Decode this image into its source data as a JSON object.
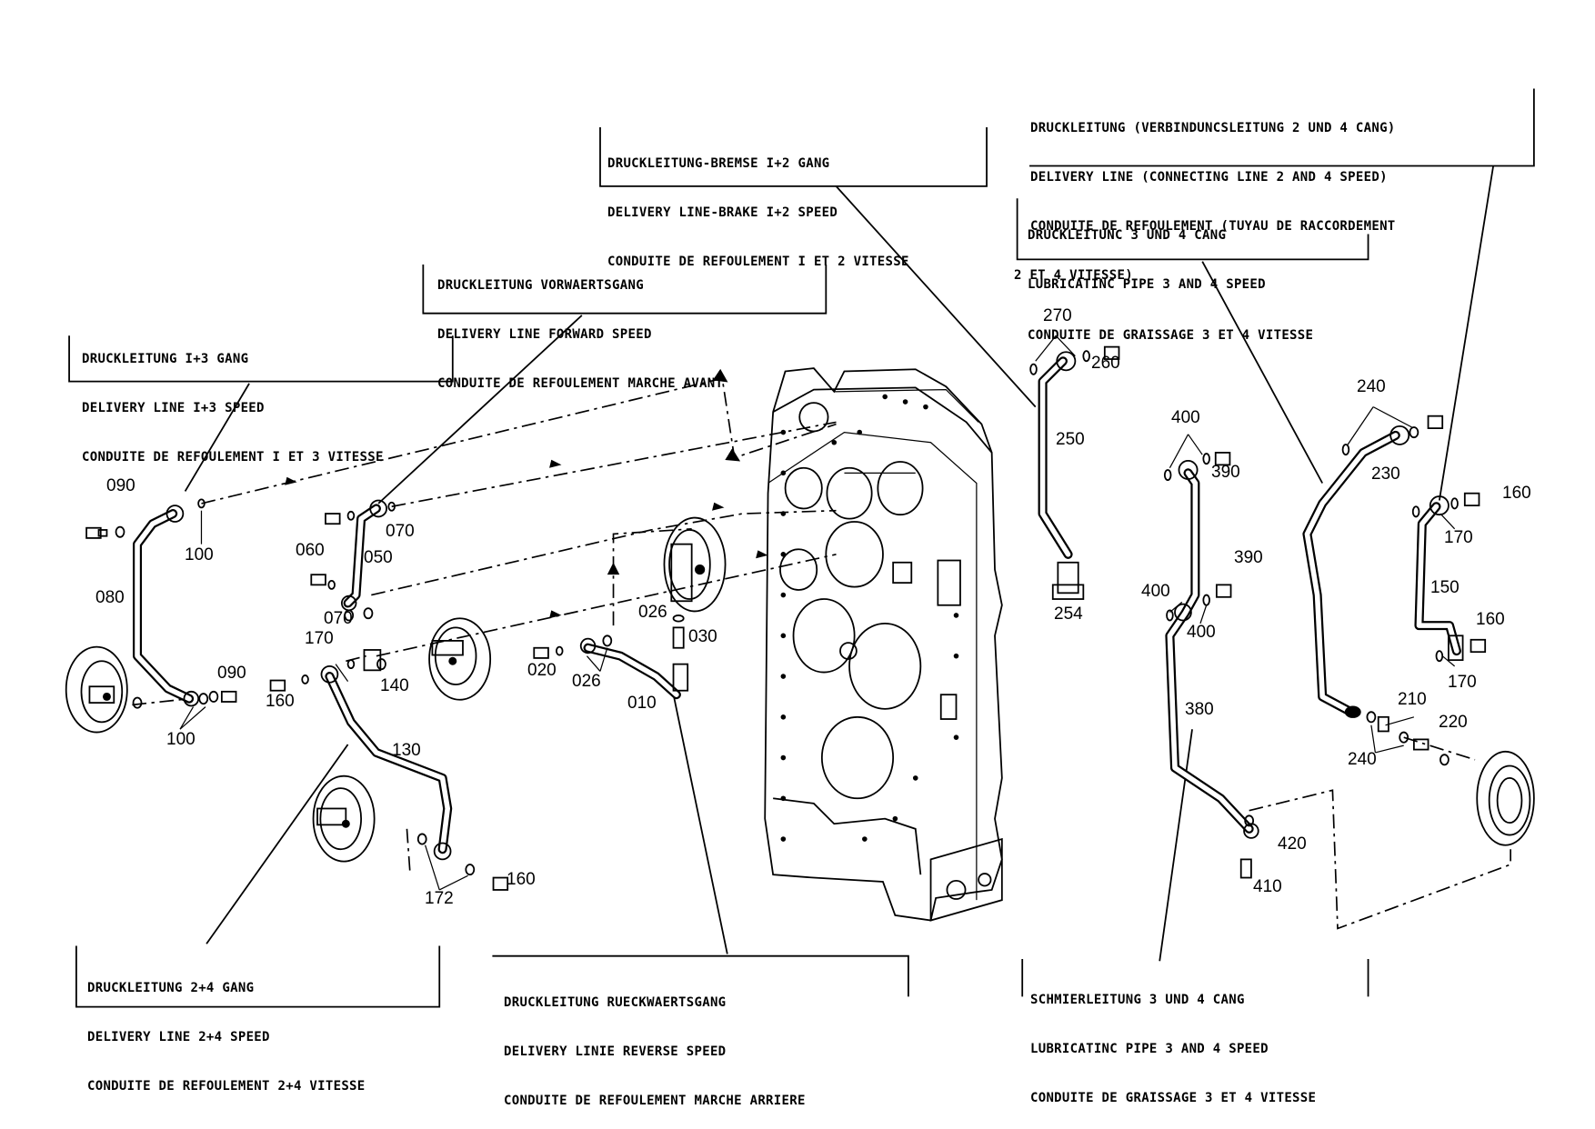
{
  "labels": {
    "lbl_13": [
      "DRUCKLEITUNG I+3 GANG",
      "DELIVERY LINE I+3 SPEED",
      "CONDUITE DE REFOULEMENT I ET 3 VITESSE"
    ],
    "lbl_fwd": [
      "DRUCKLEITUNG VORWAERTSGANG",
      "DELIVERY LINE FORWARD SPEED",
      "CONDUITE DE REFOULEMENT MARCHE AVANT"
    ],
    "lbl_brake": [
      "DRUCKLEITUNG-BREMSE I+2 GANG",
      "DELIVERY LINE-BRAKE I+2 SPEED",
      "CONDUITE DE REFOULEMENT I ET 2 VITESSE"
    ],
    "lbl_conn": [
      "DRUCKLEITUNG (VERBINDUNCSLEITUNG 2 UND 4 CANG)",
      "DELIVERY LINE (CONNECTING LINE 2 AND 4 SPEED)",
      "CONDUITE DE REFOULEMENT (TUYAU DE RACCORDEMENT",
      "2 ET 4 VITESSE)"
    ],
    "lbl_lub_top": [
      "DRUCKLEITUNC 3 UND 4 CANG",
      "LUBRICATINC PIPE 3 AND 4 SPEED",
      "CONDUITE DE GRAISSAGE 3 ET 4 VITESSE"
    ],
    "lbl_24": [
      "DRUCKLEITUNG 2+4 GANG",
      "DELIVERY LINE 2+4 SPEED",
      "CONDUITE DE REFOULEMENT 2+4 VITESSE"
    ],
    "lbl_rev": [
      "DRUCKLEITUNG RUECKWAERTSGANG",
      "DELIVERY LINIE REVERSE SPEED",
      "CONDUITE DE REFOULEMENT MARCHE ARRIERE"
    ],
    "lbl_lub_bot": [
      "SCHMIERLEITUNG 3 UND 4 CANG",
      "LUBRICATINC PIPE 3 AND 4 SPEED",
      "CONDUITE DE GRAISSAGE 3 ET 4 VITESSE"
    ]
  },
  "part_numbers": {
    "p090a": "090",
    "p100a": "100",
    "p080": "080",
    "p090b": "090",
    "p100b": "100",
    "p060": "060",
    "p070a": "070",
    "p050": "050",
    "p070b": "070",
    "p170a": "170",
    "p140": "140",
    "p160a": "160",
    "p130": "130",
    "p172": "172",
    "p160b": "160",
    "p026a": "026",
    "p030": "030",
    "p020": "020",
    "p026b": "026",
    "p010": "010",
    "p270": "270",
    "p260": "260",
    "p250": "250",
    "p254": "254",
    "p400a": "400",
    "p390a": "390",
    "p390b": "390",
    "p400b": "400",
    "p400c": "400",
    "p380": "380",
    "p420": "420",
    "p410": "410",
    "p240a": "240",
    "p230": "230",
    "p160c": "160",
    "p170b": "170",
    "p150": "150",
    "p160d": "160",
    "p170c": "170",
    "p210": "210",
    "p220": "220",
    "p240b": "240"
  }
}
